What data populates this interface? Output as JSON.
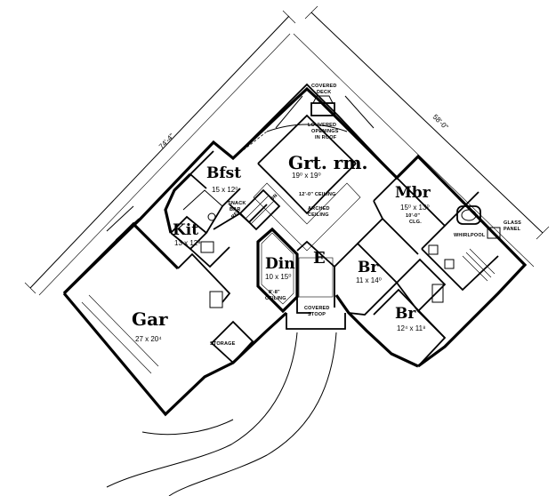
{
  "rooms": {
    "great_room": {
      "name": "Grt. rm.",
      "size": "19⁰ x 19⁰"
    },
    "breakfast": {
      "name": "Bfst",
      "size": "15 x 12⁰"
    },
    "kitchen": {
      "name": "Kit",
      "size": "13 x 12⁸"
    },
    "dining": {
      "name": "Din",
      "size": "10 x 15⁰"
    },
    "entry": {
      "name": "E"
    },
    "master_bedroom": {
      "name": "Mbr",
      "size": "15⁰ x 13⁰"
    },
    "bedroom_2": {
      "name": "Br",
      "size": "11 x 14⁰"
    },
    "bedroom_3": {
      "name": "Br",
      "size": "12⁴ x 11⁸"
    },
    "garage": {
      "name": "Gar",
      "size": "27 x 20⁴"
    }
  },
  "labels": {
    "covered_deck": [
      "COVERED",
      "DECK"
    ],
    "louvered": [
      "LOUVERED",
      "OPENINGS",
      "IN ROOF"
    ],
    "great_ceiling": "12'-0\" CEILING",
    "arched_ceiling": [
      "ARCHED",
      "CEILING"
    ],
    "snack_bar": [
      "SNACK",
      "BAR"
    ],
    "ref": "REF",
    "dn": "DN",
    "dining_ceiling": [
      "8'-8\"",
      "CEILING"
    ],
    "closet": [
      "10'-0\"",
      "CLG."
    ],
    "whirlpool": "WHIRLPOOL",
    "glass_panel": [
      "GLASS",
      "PANEL"
    ],
    "covered_stoop": [
      "COVERED",
      "STOOP"
    ],
    "storage": "STORAGE"
  },
  "dimensions": {
    "left": "74'-4\"",
    "right": "58'-0\""
  }
}
